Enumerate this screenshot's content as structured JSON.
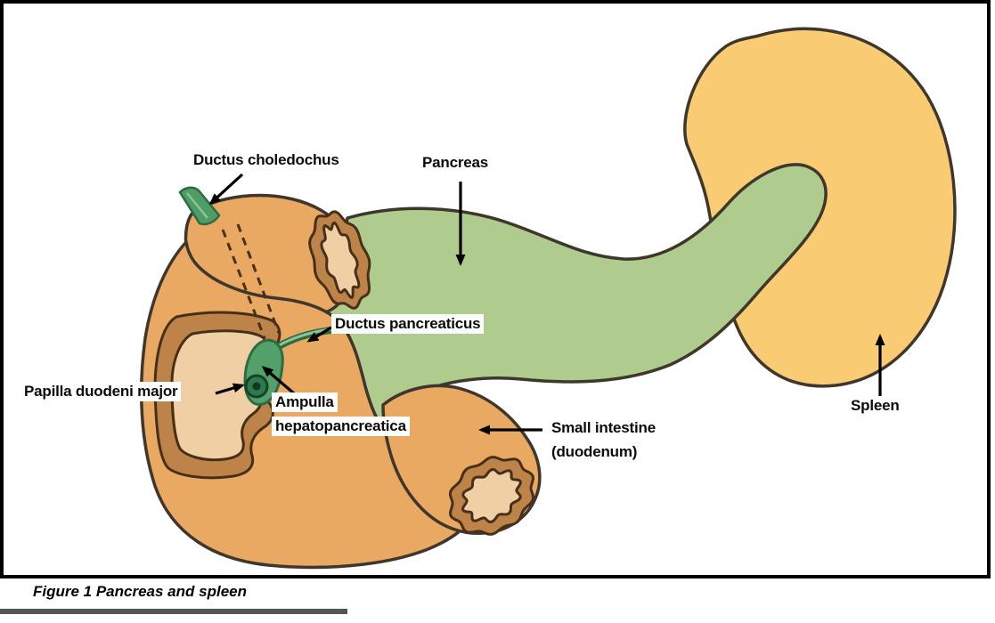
{
  "figure": {
    "caption": "Figure 1 Pancreas and spleen"
  },
  "labels": {
    "ductus_choledochus": "Ductus choledochus",
    "pancreas": "Pancreas",
    "ductus_pancreaticus": "Ductus pancreaticus",
    "papilla_duodeni_major": "Papilla duodeni major",
    "ampulla_line1": "Ampulla",
    "ampulla_line2": "hepatopancreatica",
    "small_intestine_line1": "Small intestine",
    "small_intestine_line2": "(duodenum)",
    "spleen": "Spleen"
  },
  "colors": {
    "spleen": "#F9CC74",
    "pancreas": "#AFCB8D",
    "duodenum": "#E9A963",
    "duodenum_inner": "#F0CFA5",
    "duodenum_ring": "#BE8349",
    "duct_green": "#4E9C66",
    "duct_light": "#8CC39A",
    "ampulla_green": "#53A06A",
    "papilla_green": "#2E7A4E",
    "papilla_dark": "#103823",
    "outline": "#3F362C"
  }
}
